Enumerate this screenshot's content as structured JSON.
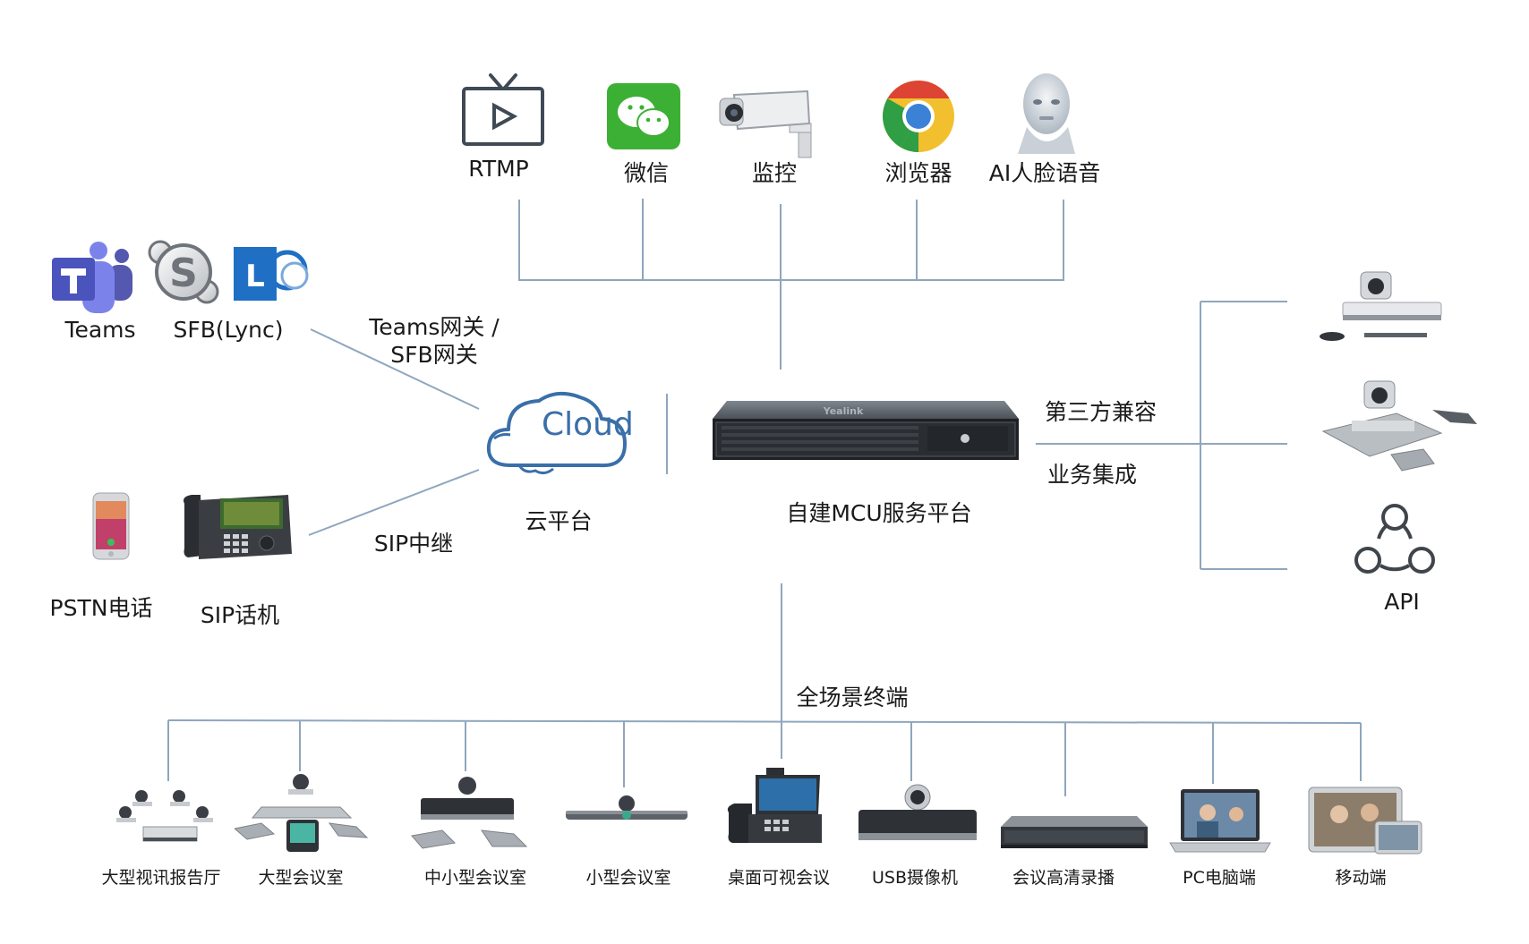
{
  "top_services": [
    {
      "id": "rtmp",
      "label": "RTMP",
      "icon": "tv-play-icon"
    },
    {
      "id": "wechat",
      "label": "微信",
      "icon": "wechat-icon"
    },
    {
      "id": "monitor",
      "label": "监控",
      "icon": "security-camera-icon"
    },
    {
      "id": "browser",
      "label": "浏览器",
      "icon": "chrome-icon"
    },
    {
      "id": "ai",
      "label": "AI人脸语音",
      "icon": "robot-head-icon"
    }
  ],
  "left_apps": {
    "teams": "Teams",
    "sfb": "SFB(Lync)",
    "pstn": "PSTN电话",
    "sip_phone": "SIP话机"
  },
  "links": {
    "gateway_line1": "Teams网关 /",
    "gateway_line2": "SFB网关",
    "sip_trunk": "SIP中继"
  },
  "cloud": {
    "word": "Cloud",
    "label": "云平台",
    "color": "#3a6fa8"
  },
  "mcu": {
    "label": "自建MCU服务平台",
    "third_party": "第三方兼容",
    "integration": "业务集成"
  },
  "right_side": {
    "api_label": "API"
  },
  "terminals": {
    "title": "全场景终端",
    "items": [
      {
        "id": "hall",
        "label": "大型视讯报告厅"
      },
      {
        "id": "large",
        "label": "大型会议室"
      },
      {
        "id": "medium",
        "label": "中小型会议室"
      },
      {
        "id": "small",
        "label": "小型会议室"
      },
      {
        "id": "desk",
        "label": "桌面可视会议"
      },
      {
        "id": "usb",
        "label": "USB摄像机"
      },
      {
        "id": "record",
        "label": "会议高清录播"
      },
      {
        "id": "pc",
        "label": "PC电脑端"
      },
      {
        "id": "mobile",
        "label": "移动端"
      }
    ]
  },
  "colors": {
    "line": "#8fa6bd",
    "teams": "#5558af",
    "wechat": "#3cb034",
    "lync": "#1f6fc5"
  }
}
